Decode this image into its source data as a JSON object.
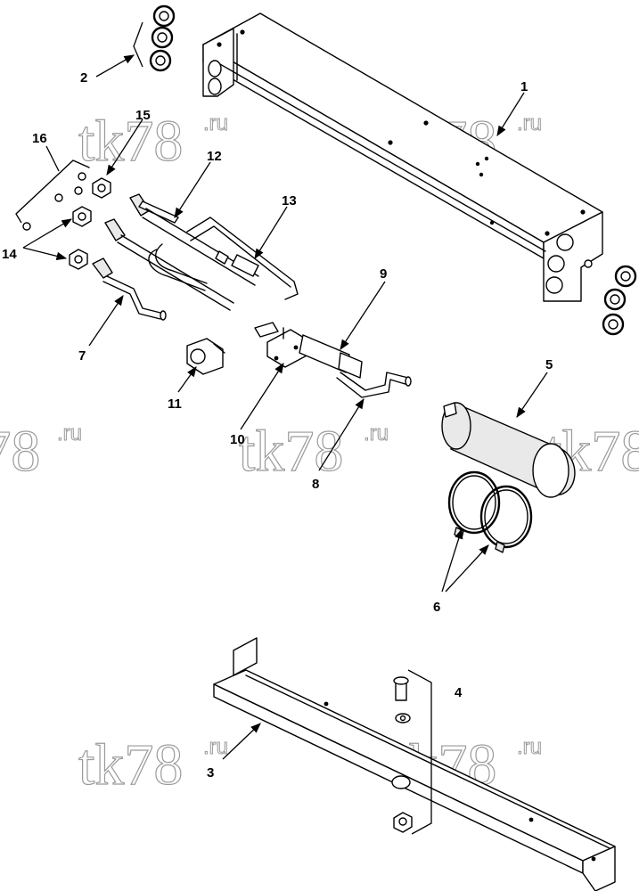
{
  "parts": {
    "p1": "1",
    "p2": "2",
    "p3": "3",
    "p4": "4",
    "p5": "5",
    "p6": "6",
    "p7": "7",
    "p8": "8",
    "p9": "9",
    "p10": "10",
    "p11": "11",
    "p12": "12",
    "p13": "13",
    "p14": "14",
    "p15": "15",
    "p16": "16"
  },
  "watermark": {
    "main": "tk78",
    "suffix": ".ru"
  }
}
